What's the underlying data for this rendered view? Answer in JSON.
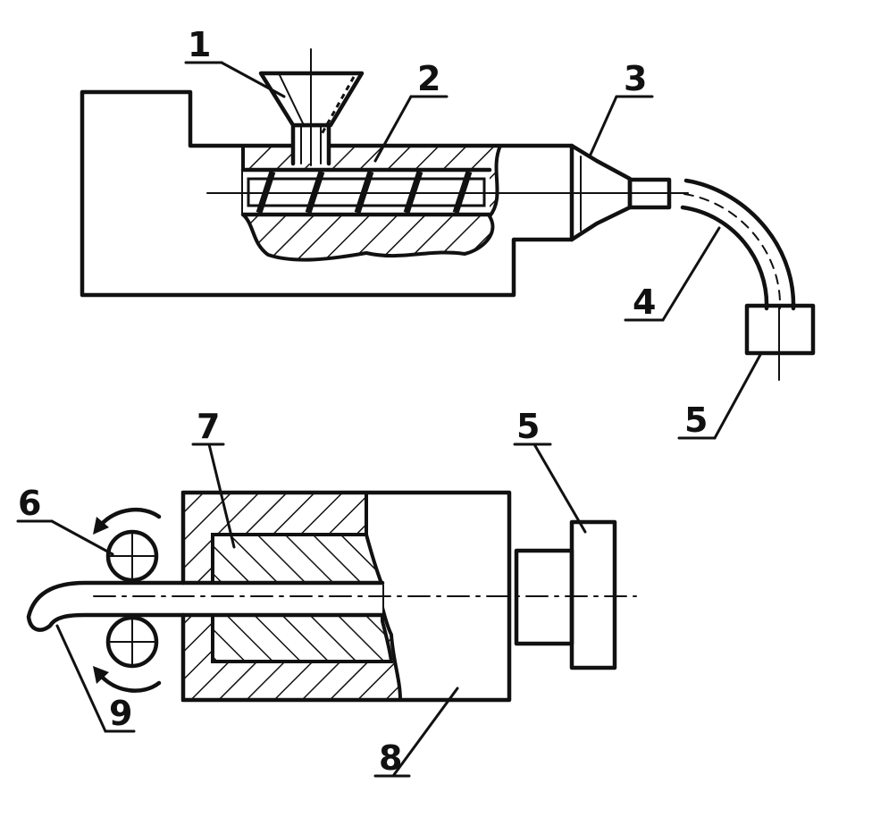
{
  "diagram": {
    "labels": {
      "hopper": "1",
      "screw_barrel": "2",
      "nozzle": "3",
      "hose": "4",
      "connector": "5",
      "rollers": "6",
      "core": "7",
      "mold_body": "8",
      "strip": "9",
      "connector_bottom": "5"
    }
  }
}
